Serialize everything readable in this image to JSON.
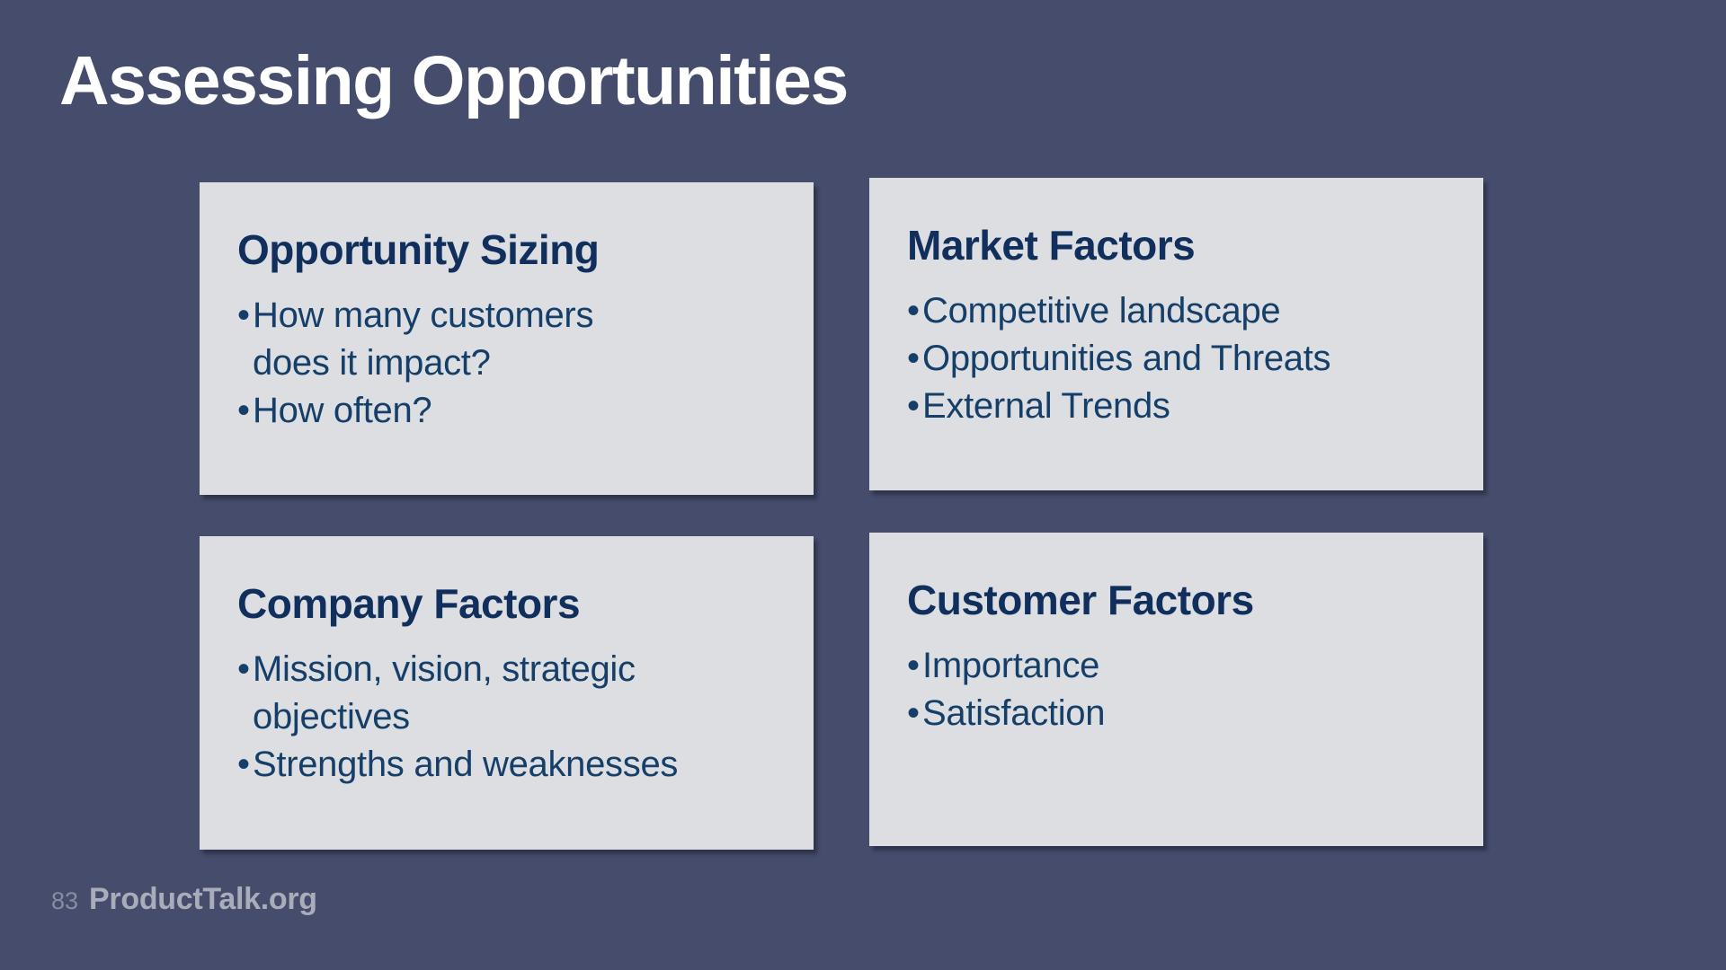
{
  "slide": {
    "title": "Assessing Opportunities",
    "bullet_char": "•",
    "page_number": "83",
    "brand": "ProductTalk.org",
    "colors": {
      "background": "#464c6c",
      "card_background": "#dcdee1",
      "heading_text": "#112f5c",
      "body_text": "#153e69",
      "title_text": "#ffffff",
      "page_number_text": "#888da1",
      "brand_text": "#a9adba"
    },
    "cards": [
      {
        "title": "Opportunity Sizing",
        "bullets": [
          "How many customers\ndoes it impact?",
          "How often?"
        ]
      },
      {
        "title": "Market Factors",
        "bullets": [
          "Competitive landscape",
          "Opportunities and Threats",
          "External Trends"
        ]
      },
      {
        "title": "Company Factors",
        "bullets": [
          "Mission, vision, strategic\nobjectives",
          "Strengths and weaknesses"
        ]
      },
      {
        "title": "Customer Factors",
        "bullets": [
          "Importance",
          "Satisfaction"
        ]
      }
    ]
  }
}
